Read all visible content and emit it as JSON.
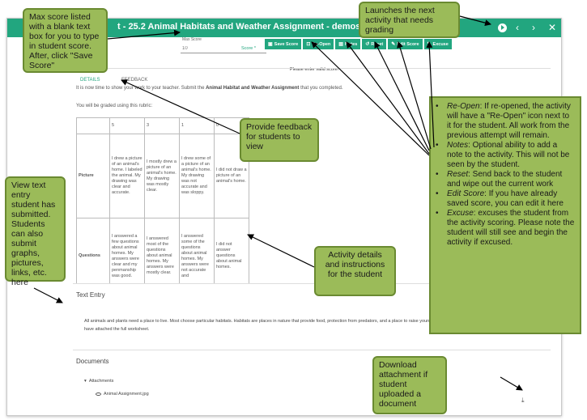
{
  "window": {
    "title": "t - 25.2 Animal Habitats and Weather Assignment - demostudent01 leona",
    "controls": {
      "prev": "‹",
      "next": "›",
      "close": "✕"
    }
  },
  "score": {
    "label": "Max Score",
    "placeholder": "10",
    "suffix": "Score *"
  },
  "toolbar": {
    "save": "Save Score",
    "reopen": "Re-Open",
    "notes": "Notes",
    "reset": "Reset",
    "edit_score": "Edit Score",
    "excuse": "Excuse"
  },
  "validation_message": "Please enter valid score!",
  "tabs": {
    "details": "DETAILS",
    "feedback": "FEEDBACK"
  },
  "details": {
    "intro_prefix": "It is now time to show your work to your teacher. Submit the ",
    "intro_bold": "Animal Habitat and Weather Assignment",
    "intro_suffix": " that you completed.",
    "rubric_note": "You will be graded using this rubric:"
  },
  "rubric": {
    "scores": [
      "5",
      "3",
      "1",
      "0"
    ],
    "rows": [
      {
        "label": "Picture",
        "cells": [
          "I drew a picture of an animal's home. I labeled the animal. My drawing was clear and accurate.",
          "I mostly drew a picture of an animal's home. My drawing was mostly clear.",
          "I drew some of a picture of an animal's home. My drawing was not accurate and was sloppy.",
          "I did not draw a picture of an animal's home."
        ]
      },
      {
        "label": "Questions",
        "cells": [
          "I answered a few questions about animal homes. My answers were clear and my penmanship was good.",
          "I answered most of the questions about animal homes. My answers were mostly clear.",
          "I answered some of the questions about animal homes. My answers were not accurate and",
          "I did not answer questions about animal homes."
        ]
      }
    ]
  },
  "text_entry": {
    "title": "Text Entry",
    "body": "All animals and plants need a place to live. Most choose particular habitats. Habitats are places in nature that provide food, protection from predators, and a place to raise young. I have attached the full worksheet."
  },
  "documents": {
    "title": "Documents",
    "attachments_label": "Attachments",
    "file_name": "Animal Assignment.jpg"
  },
  "callouts": {
    "max_score": "Max score listed with a blank text box for you to type in student score. After, click \"Save Score\"",
    "next_activity": "Launches the next activity that needs grading",
    "feedback": "Provide feedback for students to view",
    "text_entry": "View text entry student has submitted. Students can also submit graphs, pictures, links, etc. here",
    "activity_details": "Activity details and instructions for the student",
    "download": "Download attachment if student uploaded a document",
    "options": [
      {
        "name": "Re-Open",
        "text": ": If re-opened, the activity will have a \"Re-Open\" icon next to it for the student. All work from the previous attempt will remain."
      },
      {
        "name": "Notes",
        "text": ": Optional ability to add a note to the activity. This will not be seen by the student."
      },
      {
        "name": "Reset",
        "text": ": Send back to the student and wipe out the current work"
      },
      {
        "name": "Edit Score",
        "text": ": If you have already saved score, you can edit it here"
      },
      {
        "name": "Excuse",
        "text": ": excuses the student from the activity scoring. Please note the student will still see and begin the activity if excused."
      }
    ]
  },
  "colors": {
    "brand": "#22a67f",
    "callout_fill": "#9bbb59",
    "callout_border": "#6a8a31"
  }
}
